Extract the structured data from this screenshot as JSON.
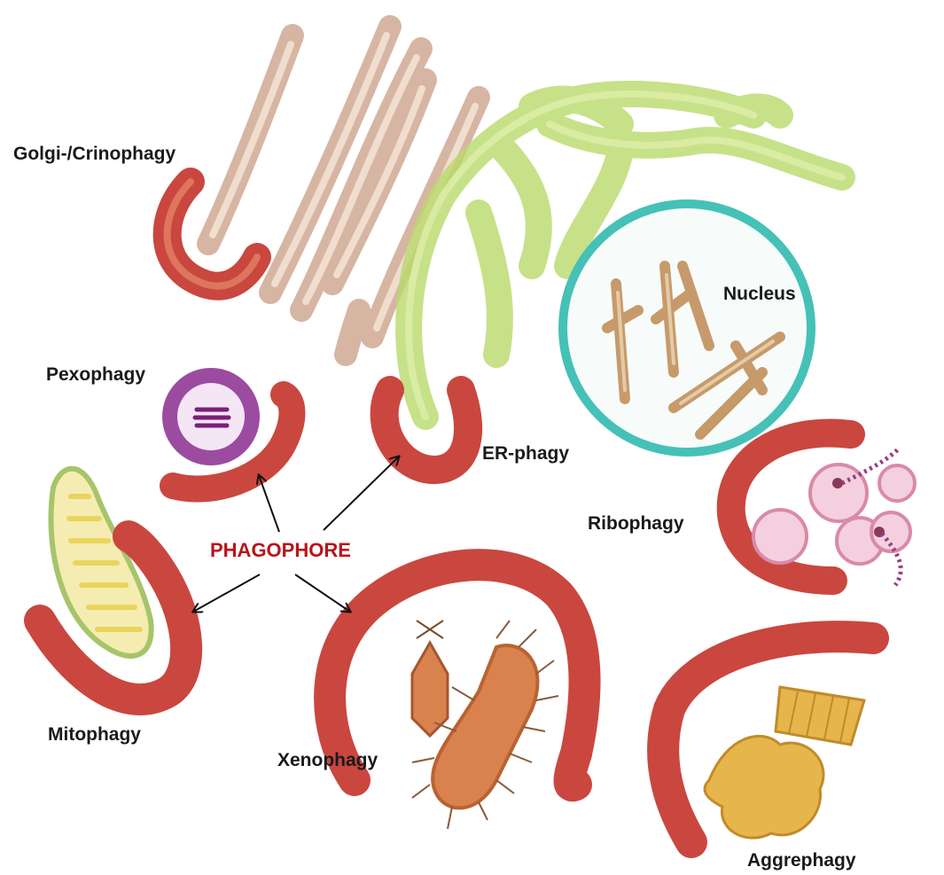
{
  "labels": {
    "golgi": "Golgi-/Crinophagy",
    "nucleus": "Nucleus",
    "pexophagy": "Pexophagy",
    "er_phagy": "ER-phagy",
    "ribophagy": "Ribophagy",
    "phagophore": "PHAGOPHORE",
    "mitophagy": "Mitophagy",
    "xenophagy": "Xenophagy",
    "aggrephagy": "Aggrephagy"
  },
  "colors": {
    "phagophore_label": "#b8141a",
    "phagophore_fill": "#c9473f",
    "phagophore_edge": "#9a2a24",
    "golgi": "#c7906d",
    "er": "#b9d96a",
    "nucleus_ring": "#45c1b7",
    "chromosome": "#c79a6a",
    "peroxisome": "#8a2d8f",
    "ribosome": "#e8a6bf",
    "mito_cristae": "#e9d55c",
    "bacterium": "#d9824e",
    "aggregate": "#e6b64c"
  },
  "icons": [
    "golgi-stack",
    "endoplasmic-reticulum",
    "nucleus",
    "chromosome",
    "peroxisome",
    "mitochondrion",
    "bacterium",
    "virus",
    "ribosome",
    "protein-aggregate",
    "arrow"
  ]
}
